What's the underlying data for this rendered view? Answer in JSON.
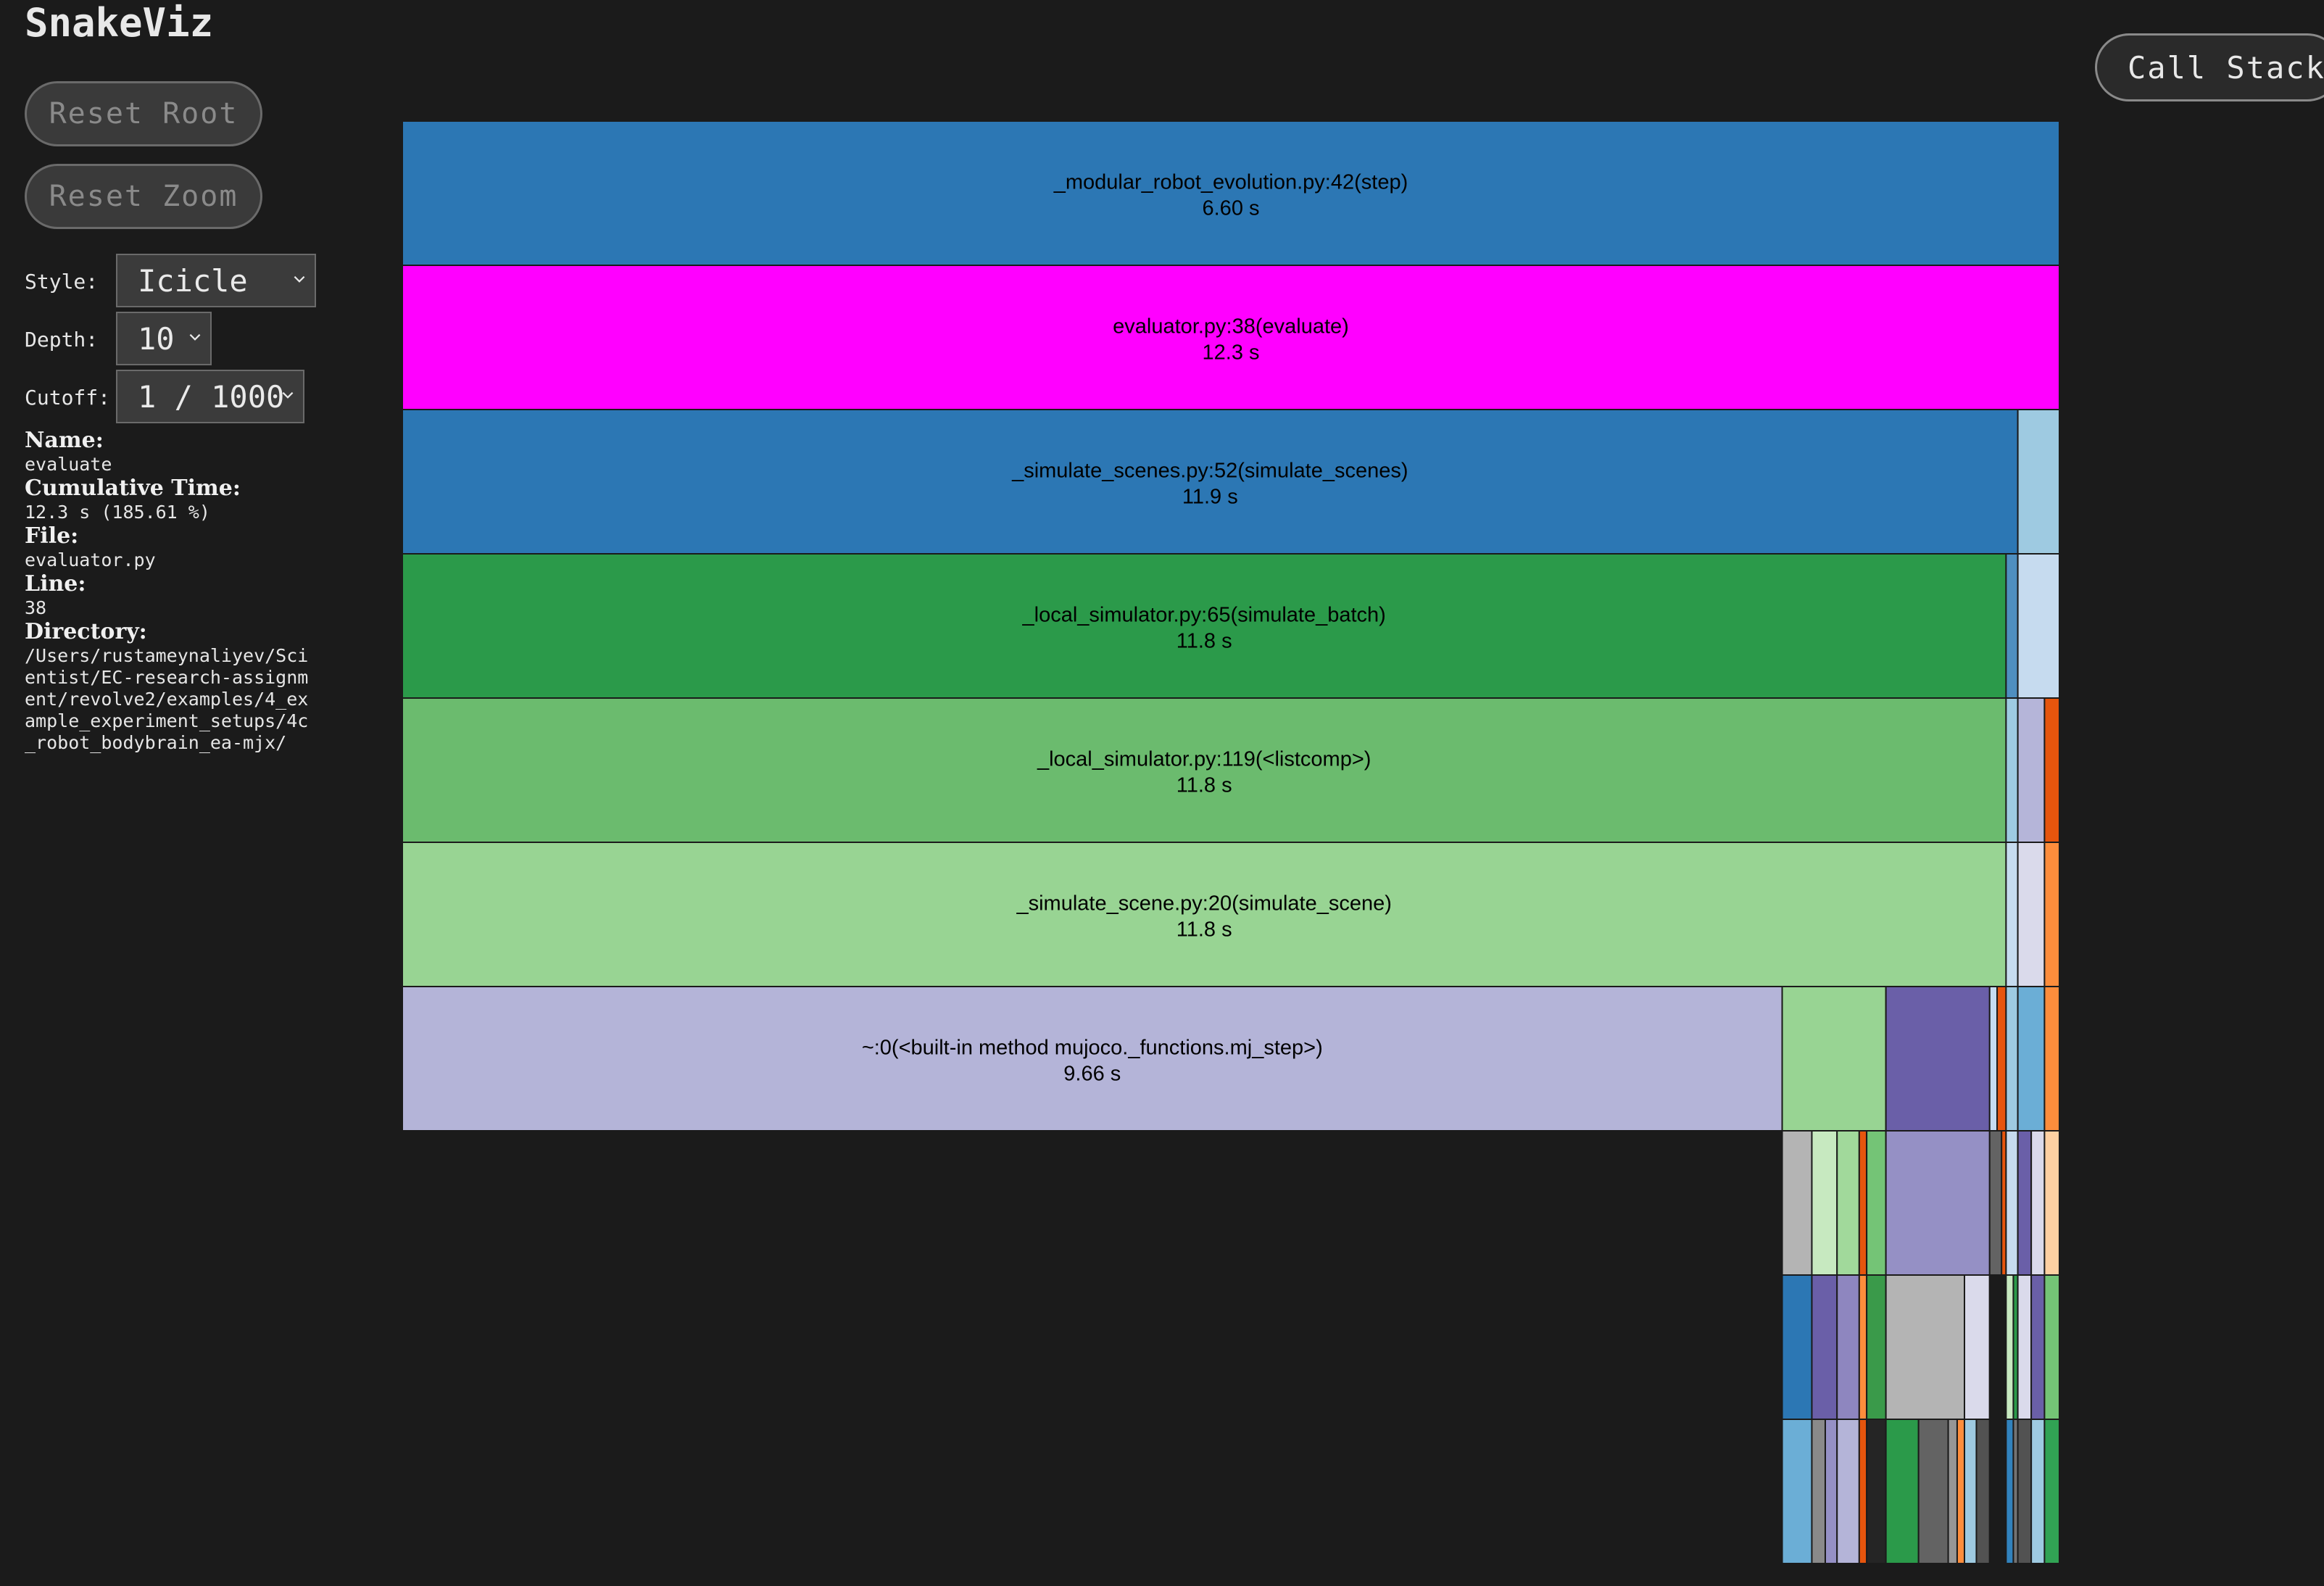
{
  "app": {
    "title": "SnakeViz"
  },
  "buttons": {
    "reset_root": "Reset Root",
    "reset_zoom": "Reset Zoom",
    "call_stack": "Call Stack"
  },
  "controls": {
    "style_label": "Style:",
    "style_value": "Icicle",
    "depth_label": "Depth:",
    "depth_value": "10",
    "cutoff_label": "Cutoff:",
    "cutoff_value": "1 / 1000"
  },
  "info": {
    "name_label": "Name:",
    "name": "evaluate",
    "cumtime_label": "Cumulative Time:",
    "cumtime": "12.3 s (185.61 %)",
    "file_label": "File:",
    "file": "evaluator.py",
    "line_label": "Line:",
    "line": "38",
    "dir_label": "Directory:",
    "dir": "/Users/rustameynaliyev/Scientist/EC-research-assignment/revolve2/examples/4_example_experiment_setups/4c_robot_bodybrain_ea-mjx/"
  },
  "icicle": {
    "levels": [
      {
        "blocks": [
          {
            "label": "_modular_robot_evolution.py:42(step)",
            "time": "6.60 s",
            "span": [
              0,
              1
            ],
            "color": "#2c77b4"
          }
        ]
      },
      {
        "blocks": [
          {
            "label": "evaluator.py:38(evaluate)",
            "time": "12.3 s",
            "span": [
              0,
              1
            ],
            "color": "#ff00ff"
          }
        ]
      },
      {
        "blocks": [
          {
            "label": "_simulate_scenes.py:52(simulate_scenes)",
            "time": "11.9 s",
            "span": [
              0,
              0.9749
            ],
            "color": "#2c77b4"
          },
          {
            "label": "",
            "time": "",
            "span": [
              0.9749,
              1
            ],
            "color": "#9ecae1"
          }
        ]
      },
      {
        "blocks": [
          {
            "label": "_local_simulator.py:65(simulate_batch)",
            "time": "11.8 s",
            "span": [
              0,
              0.9678
            ],
            "color": "#2b9a4a"
          },
          {
            "label": "",
            "time": "",
            "span": [
              0.9678,
              0.9749
            ],
            "color": "#4f8fc0"
          },
          {
            "label": "",
            "time": "",
            "span": [
              0.9749,
              1
            ],
            "color": "#c6dbef"
          }
        ]
      },
      {
        "blocks": [
          {
            "label": "_local_simulator.py:119(<listcomp>)",
            "time": "11.8 s",
            "span": [
              0,
              0.9678
            ],
            "color": "#6bbb6e"
          },
          {
            "label": "",
            "time": "",
            "span": [
              0.9678,
              0.9749
            ],
            "color": "#9ecae1"
          },
          {
            "label": "",
            "time": "",
            "span": [
              0.9749,
              0.991
            ],
            "color": "#b5b5d9"
          },
          {
            "label": "",
            "time": "",
            "span": [
              0.991,
              1
            ],
            "color": "#e6550d"
          }
        ]
      },
      {
        "blocks": [
          {
            "label": "_simulate_scene.py:20(simulate_scene)",
            "time": "11.8 s",
            "span": [
              0,
              0.9678
            ],
            "color": "#98d493"
          },
          {
            "label": "",
            "time": "",
            "span": [
              0.9678,
              0.9749
            ],
            "color": "#c6dbef"
          },
          {
            "label": "",
            "time": "",
            "span": [
              0.9749,
              0.991
            ],
            "color": "#dadaeb"
          },
          {
            "label": "",
            "time": "",
            "span": [
              0.991,
              1
            ],
            "color": "#fd8d3c"
          }
        ]
      },
      {
        "blocks": [
          {
            "label": "~:0(<built-in method mujoco._functions.mj_step>)",
            "time": "9.66 s",
            "span": [
              0,
              0.8327
            ],
            "color": "#b4b4d8"
          },
          {
            "label": "",
            "time": "",
            "span": [
              0.8327,
              0.8953
            ],
            "color": "#98d493"
          },
          {
            "label": "",
            "time": "",
            "span": [
              0.8953,
              0.9579
            ],
            "color": "#6a5fa8"
          },
          {
            "label": "",
            "time": "",
            "span": [
              0.9579,
              0.9624
            ],
            "color": "#c6dbef"
          },
          {
            "label": "",
            "time": "",
            "span": [
              0.9624,
              0.9678
            ],
            "color": "#e6550d"
          },
          {
            "label": "",
            "time": "",
            "span": [
              0.9678,
              0.9749
            ],
            "color": "#9ecae1"
          },
          {
            "label": "",
            "time": "",
            "span": [
              0.9749,
              0.991
            ],
            "color": "#6baed6"
          },
          {
            "label": "",
            "time": "",
            "span": [
              0.991,
              1
            ],
            "color": "#fd8d3c"
          }
        ]
      },
      {
        "blocks": [
          {
            "label": "",
            "time": "",
            "span": [
              0.8327,
              0.8506
            ],
            "color": "#b4b4b4"
          },
          {
            "label": "",
            "time": "",
            "span": [
              0.8506,
              0.8658
            ],
            "color": "#c7e9c0"
          },
          {
            "label": "",
            "time": "",
            "span": [
              0.8658,
              0.8792
            ],
            "color": "#a1d99b"
          },
          {
            "label": "",
            "time": "",
            "span": [
              0.8792,
              0.8837
            ],
            "color": "#e6550d"
          },
          {
            "label": "",
            "time": "",
            "span": [
              0.8837,
              0.8953
            ],
            "color": "#74c476"
          },
          {
            "label": "",
            "time": "",
            "span": [
              0.8953,
              0.9579
            ],
            "color": "#9590c5"
          },
          {
            "label": "",
            "time": "",
            "span": [
              0.9579,
              0.9651
            ],
            "color": "#636363"
          },
          {
            "label": "",
            "time": "",
            "span": [
              0.9651,
              0.9678
            ],
            "color": "#e6550d"
          },
          {
            "label": "",
            "time": "",
            "span": [
              0.9678,
              0.9749
            ],
            "color": "#c6dbef"
          },
          {
            "label": "",
            "time": "",
            "span": [
              0.9749,
              0.983
            ],
            "color": "#6a5fa8"
          },
          {
            "label": "",
            "time": "",
            "span": [
              0.983,
              0.991
            ],
            "color": "#dadaeb"
          },
          {
            "label": "",
            "time": "",
            "span": [
              0.991,
              1
            ],
            "color": "#fdd0a2"
          }
        ]
      },
      {
        "blocks": [
          {
            "label": "",
            "time": "",
            "span": [
              0.8327,
              0.8506
            ],
            "color": "#2c77b4"
          },
          {
            "label": "",
            "time": "",
            "span": [
              0.8506,
              0.8658
            ],
            "color": "#6a5fa8"
          },
          {
            "label": "",
            "time": "",
            "span": [
              0.8658,
              0.8792
            ],
            "color": "#8e86bf"
          },
          {
            "label": "",
            "time": "",
            "span": [
              0.8792,
              0.8837
            ],
            "color": "#fd8d3c"
          },
          {
            "label": "",
            "time": "",
            "span": [
              0.8837,
              0.8953
            ],
            "color": "#3a9a4a"
          },
          {
            "label": "",
            "time": "",
            "span": [
              0.8953,
              0.9427
            ],
            "color": "#b4b4b4"
          },
          {
            "label": "",
            "time": "",
            "span": [
              0.9427,
              0.9579
            ],
            "color": "#dadaeb"
          },
          {
            "label": "",
            "time": "",
            "span": [
              0.9579,
              0.9678
            ],
            "color": "#1b1b1b"
          },
          {
            "label": "",
            "time": "",
            "span": [
              0.9678,
              0.9722
            ],
            "color": "#c7e9c0"
          },
          {
            "label": "",
            "time": "",
            "span": [
              0.9722,
              0.9749
            ],
            "color": "#2b9a4a"
          },
          {
            "label": "",
            "time": "",
            "span": [
              0.9749,
              0.983
            ],
            "color": "#dadaeb"
          },
          {
            "label": "",
            "time": "",
            "span": [
              0.983,
              0.991
            ],
            "color": "#6a5fa8"
          },
          {
            "label": "",
            "time": "",
            "span": [
              0.991,
              1
            ],
            "color": "#74c476"
          }
        ]
      },
      {
        "blocks": [
          {
            "label": "",
            "time": "",
            "span": [
              0.8327,
              0.8506
            ],
            "color": "#6baed6"
          },
          {
            "label": "",
            "time": "",
            "span": [
              0.8506,
              0.8587
            ],
            "color": "#8a8a8a"
          },
          {
            "label": "",
            "time": "",
            "span": [
              0.8587,
              0.8658
            ],
            "color": "#9590c5"
          },
          {
            "label": "",
            "time": "",
            "span": [
              0.8658,
              0.8792
            ],
            "color": "#b4b4d8"
          },
          {
            "label": "",
            "time": "",
            "span": [
              0.8792,
              0.8837
            ],
            "color": "#e6550d"
          },
          {
            "label": "",
            "time": "",
            "span": [
              0.8837,
              0.8953
            ],
            "color": "#252525"
          },
          {
            "label": "",
            "time": "",
            "span": [
              0.8953,
              0.915
            ],
            "color": "#2b9a4a"
          },
          {
            "label": "",
            "time": "",
            "span": [
              0.915,
              0.9329
            ],
            "color": "#636363"
          },
          {
            "label": "",
            "time": "",
            "span": [
              0.9329,
              0.9383
            ],
            "color": "#969696"
          },
          {
            "label": "",
            "time": "",
            "span": [
              0.9383,
              0.9427
            ],
            "color": "#fd8d3c"
          },
          {
            "label": "",
            "time": "",
            "span": [
              0.9427,
              0.9499
            ],
            "color": "#9ecae1"
          },
          {
            "label": "",
            "time": "",
            "span": [
              0.9499,
              0.9579
            ],
            "color": "#525252"
          },
          {
            "label": "",
            "time": "",
            "span": [
              0.9579,
              0.9678
            ],
            "color": "#1b1b1b"
          },
          {
            "label": "",
            "time": "",
            "span": [
              0.9678,
              0.9722
            ],
            "color": "#3182bd"
          },
          {
            "label": "",
            "time": "",
            "span": [
              0.9722,
              0.9749
            ],
            "color": "#737373"
          },
          {
            "label": "",
            "time": "",
            "span": [
              0.9749,
              0.983
            ],
            "color": "#525252"
          },
          {
            "label": "",
            "time": "",
            "span": [
              0.983,
              0.991
            ],
            "color": "#9ecae1"
          },
          {
            "label": "",
            "time": "",
            "span": [
              0.991,
              1
            ],
            "color": "#31a354"
          }
        ]
      }
    ]
  }
}
